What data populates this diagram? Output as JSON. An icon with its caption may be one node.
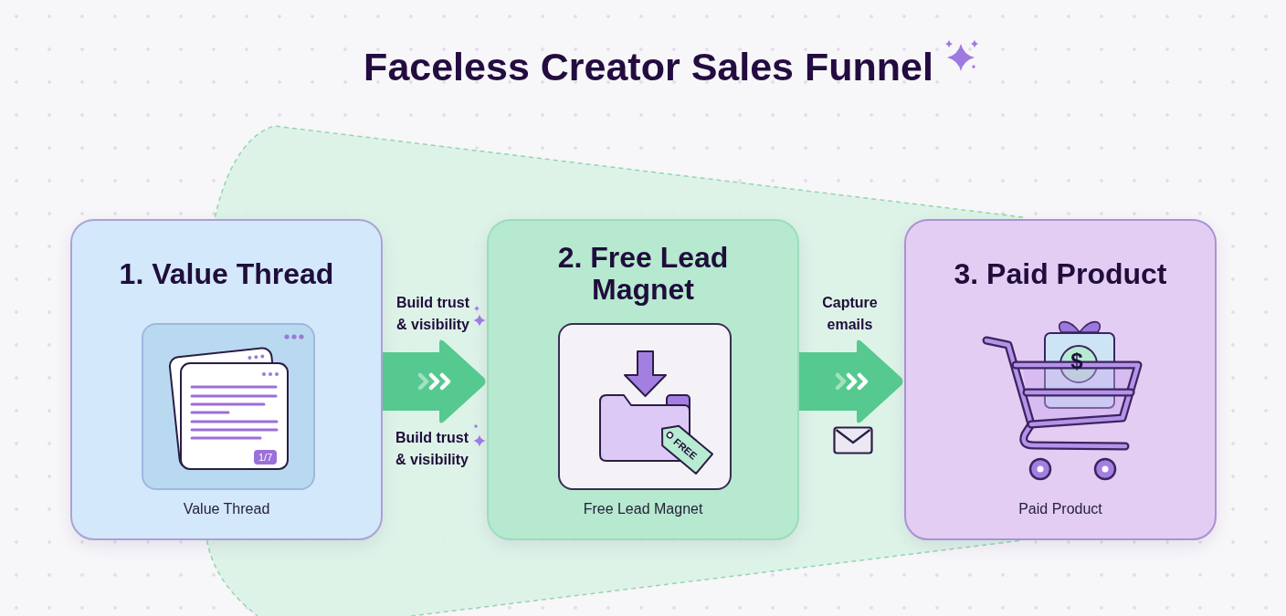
{
  "diagram": {
    "title": "Faceless Creator Sales Funnel",
    "nodes": [
      {
        "text": [
          "1. Value Thread",
          "Value Thread"
        ]
      },
      {
        "text": [
          "2. Free Lead Magnet",
          "Free Lead Magnet"
        ]
      },
      {
        "text": [
          "3. Paid Product",
          "Paid Product"
        ]
      }
    ],
    "edges": [
      {
        "from": 0,
        "to": 1,
        "arrow": "to",
        "label": "Build trust & visibility"
      },
      {
        "from": 1,
        "to": 2,
        "arrow": "to",
        "label": "Capture emails"
      }
    ],
    "labels": [
      "1/7",
      "Build trust & visibility",
      "FREE",
      "$"
    ]
  }
}
